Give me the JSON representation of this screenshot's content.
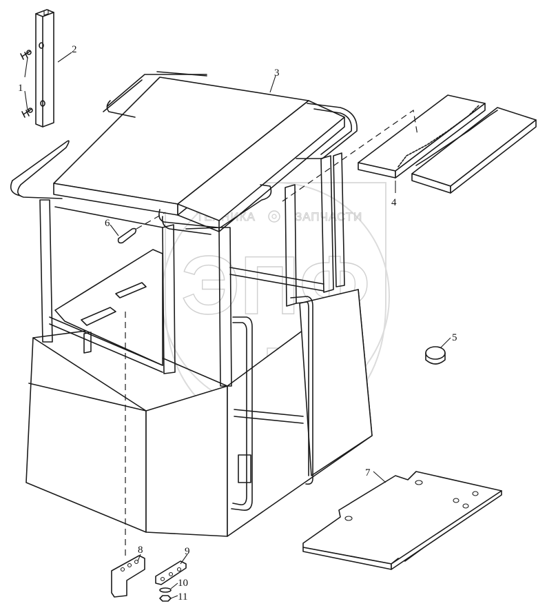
{
  "watermark": {
    "left_word": "ТЕХНИКА",
    "right_word": "ЗАПЧАСТИ",
    "monogram": "ЭПФ",
    "color": "#d0d0d0"
  },
  "callouts": [
    {
      "id": "1",
      "label": "1"
    },
    {
      "id": "2",
      "label": "2"
    },
    {
      "id": "3",
      "label": "3"
    },
    {
      "id": "4",
      "label": "4"
    },
    {
      "id": "5",
      "label": "5"
    },
    {
      "id": "6",
      "label": "6"
    },
    {
      "id": "7",
      "label": "7"
    },
    {
      "id": "8",
      "label": "8"
    },
    {
      "id": "9",
      "label": "9"
    },
    {
      "id": "10",
      "label": "10"
    },
    {
      "id": "11",
      "label": "11"
    }
  ],
  "line_color": "#1a1a1a"
}
